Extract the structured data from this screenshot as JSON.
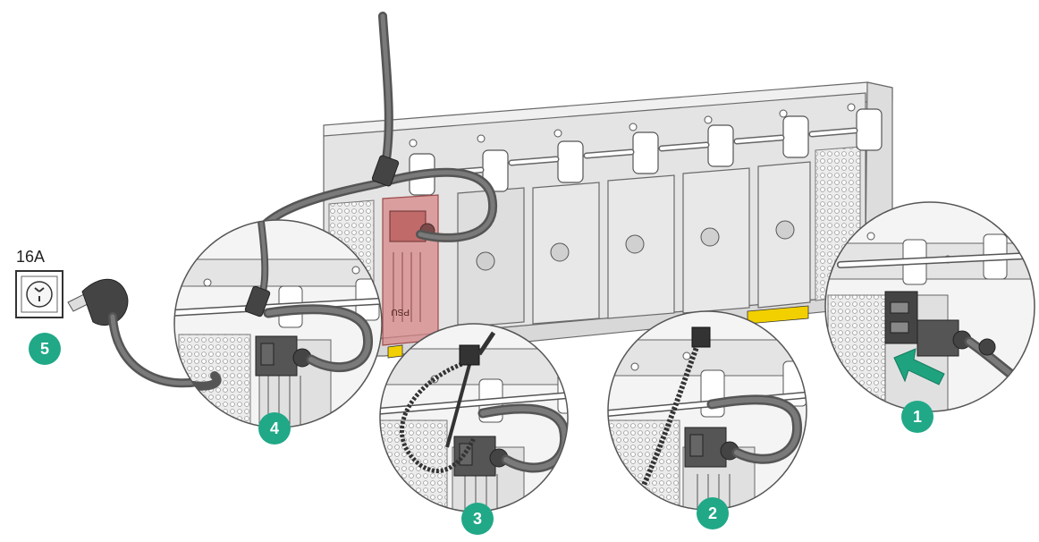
{
  "outlet": {
    "rating_label": "16A"
  },
  "power_module": {
    "label": "PSU"
  },
  "steps": [
    {
      "number": "1",
      "action": "insert-power-cord"
    },
    {
      "number": "2",
      "action": "position-cable-tie"
    },
    {
      "number": "3",
      "action": "wrap-cable-tie"
    },
    {
      "number": "4",
      "action": "tighten-cable-tie"
    },
    {
      "number": "5",
      "action": "connect-to-outlet"
    }
  ],
  "colors": {
    "badge": "#20a887",
    "arrow": "#1fa37f",
    "highlight": "#d88787",
    "cable": "#555555",
    "chassis": "#e6e6e6",
    "warning": "#f2d000"
  }
}
